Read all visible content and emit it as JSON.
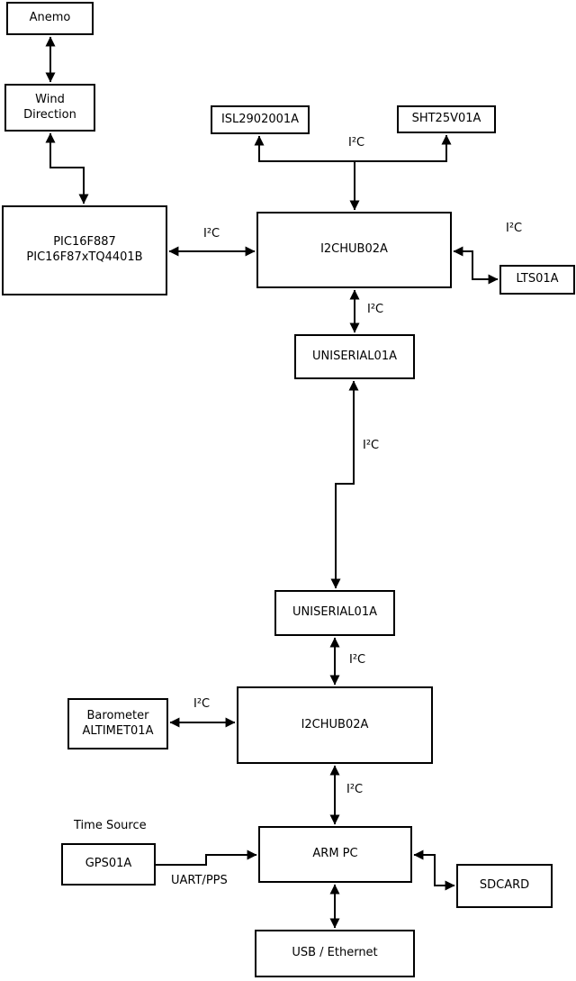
{
  "diagram": {
    "nodes": {
      "anemo": {
        "label": "Anemo"
      },
      "wind": {
        "label": "Wind\nDirection"
      },
      "pic": {
        "label": "PIC16F887\nPIC16F87xTQ4401B"
      },
      "isl": {
        "label": "ISL2902001A"
      },
      "sht": {
        "label": "SHT25V01A"
      },
      "hub1": {
        "label": "I2CHUB02A"
      },
      "lts": {
        "label": "LTS01A"
      },
      "uniserial1": {
        "label": "UNISERIAL01A"
      },
      "uniserial2": {
        "label": "UNISERIAL01A"
      },
      "hub2": {
        "label": "I2CHUB02A"
      },
      "barometer": {
        "label": "Barometer\nALTIMET01A"
      },
      "armpc": {
        "label": "ARM PC"
      },
      "gps": {
        "label": "GPS01A"
      },
      "sdcard": {
        "label": "SDCARD"
      },
      "usb": {
        "label": "USB / Ethernet"
      }
    },
    "edge_labels": {
      "i2c_top_bus": "I²C",
      "i2c_pic_hub1": "I²C",
      "i2c_hub1_lts": "I²C",
      "i2c_hub1_uniserial1": "I²C",
      "i2c_uniserial_link": "I²C",
      "i2c_uniserial2_hub2": "I²C",
      "i2c_barometer_hub2": "I²C",
      "i2c_hub2_armpc": "I²C",
      "uart_pps": "UART/PPS",
      "time_source": "Time Source"
    },
    "colors": {
      "stroke": "#000000",
      "background": "#ffffff",
      "box_fill": "#ffffff",
      "text": "#000000"
    }
  }
}
